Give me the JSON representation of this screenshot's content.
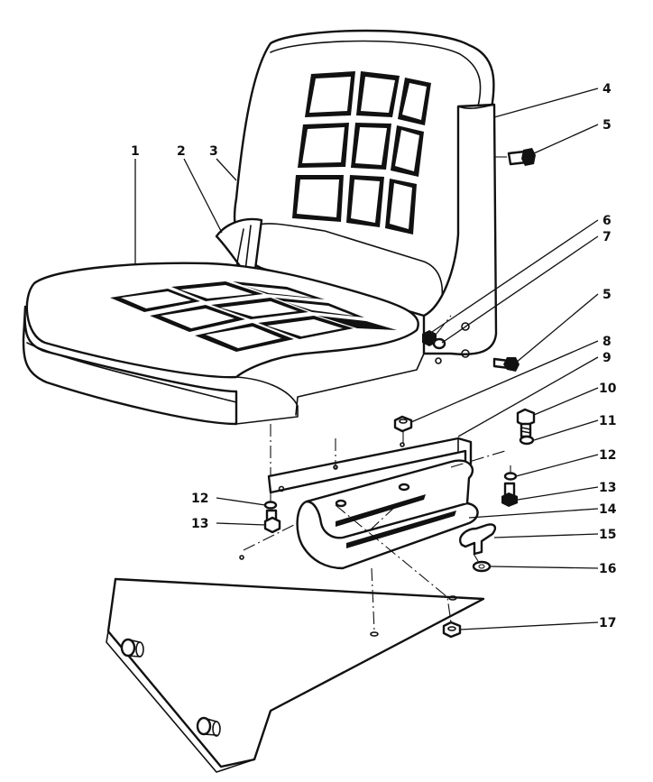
{
  "callouts": [
    {
      "id": "c1",
      "label": "1"
    },
    {
      "id": "c2",
      "label": "2"
    },
    {
      "id": "c3",
      "label": "3"
    },
    {
      "id": "c4",
      "label": "4"
    },
    {
      "id": "c5a",
      "label": "5"
    },
    {
      "id": "c6",
      "label": "6"
    },
    {
      "id": "c7",
      "label": "7"
    },
    {
      "id": "c5b",
      "label": "5"
    },
    {
      "id": "c8",
      "label": "8"
    },
    {
      "id": "c9",
      "label": "9"
    },
    {
      "id": "c10",
      "label": "10"
    },
    {
      "id": "c11",
      "label": "11"
    },
    {
      "id": "c12r",
      "label": "12"
    },
    {
      "id": "c13r",
      "label": "13"
    },
    {
      "id": "c14",
      "label": "14"
    },
    {
      "id": "c15",
      "label": "15"
    },
    {
      "id": "c16",
      "label": "16"
    },
    {
      "id": "c17",
      "label": "17"
    },
    {
      "id": "c12l",
      "label": "12"
    },
    {
      "id": "c13l",
      "label": "13"
    }
  ]
}
